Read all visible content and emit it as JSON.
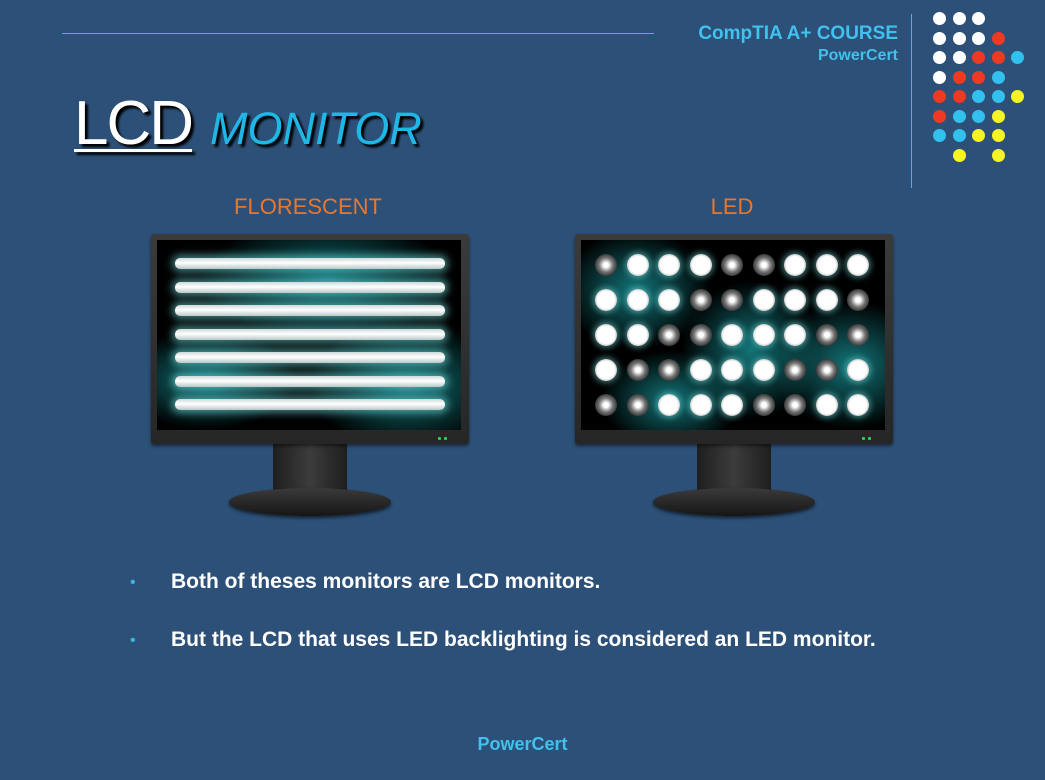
{
  "header": {
    "course_title": "CompTIA A+ COURSE",
    "brand": "PowerCert"
  },
  "decor_dots_colors": {
    "white": "#ffffff",
    "red": "#ee3a22",
    "blue": "#32c0ee",
    "yellow": "#f6f523"
  },
  "slide": {
    "title_main": "LCD",
    "title_sub": "MONITOR"
  },
  "monitors": [
    {
      "label": "FLORESCENT",
      "backlight": "florescent-tubes"
    },
    {
      "label": "LED",
      "backlight": "led-array"
    }
  ],
  "bullets": [
    "Both of theses monitors are LCD monitors.",
    "But the LCD that uses LED backlighting is considered an LED monitor."
  ],
  "footer": {
    "brand": "PowerCert"
  }
}
